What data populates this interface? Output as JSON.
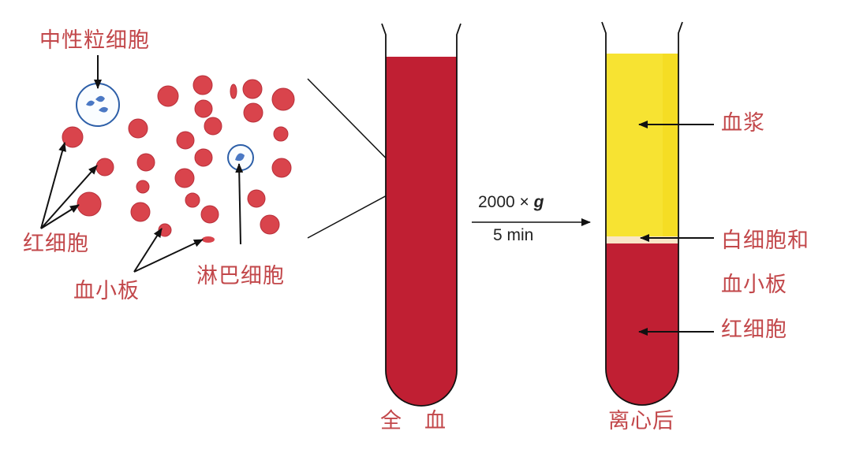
{
  "labels": {
    "neutrophil": "中性粒细胞",
    "rbc_left": "红细胞",
    "platelet_left": "血小板",
    "lymphocyte": "淋巴细胞",
    "whole_blood": "全　血",
    "after_centrifuge": "离心后",
    "plasma": "血浆",
    "buffy_coat_line1": "白细胞和",
    "buffy_coat_line2": "血小板",
    "rbc_right": "红细胞"
  },
  "centrifuge": {
    "force_value": "2000 ×",
    "force_unit": "g",
    "time": "5 min"
  },
  "colors": {
    "label": "#c2474a",
    "blood": "#c01f33",
    "plasma": "#f7e332",
    "buffy_coat": "#f9e6c8",
    "red_cell": "#d9444c",
    "leukocyte": "#4a78c4"
  }
}
